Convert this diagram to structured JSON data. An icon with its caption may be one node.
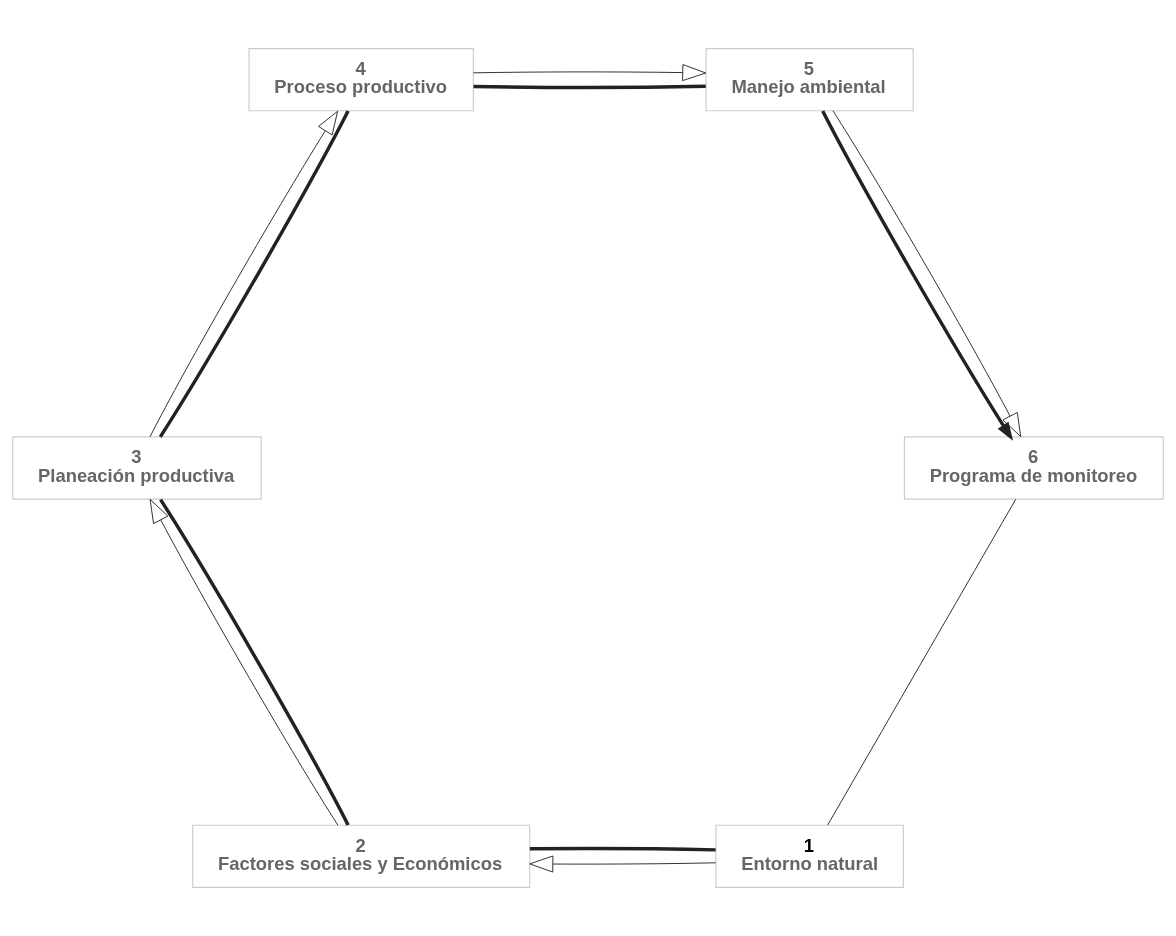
{
  "diagram": {
    "nodes": [
      {
        "text": [
          "1",
          "Entorno natural"
        ]
      },
      {
        "text": [
          "2",
          "Factores sociales y Económicos"
        ]
      },
      {
        "text": [
          "3",
          "Planeación productiva"
        ]
      },
      {
        "text": [
          "4",
          "Proceso productivo"
        ]
      },
      {
        "text": [
          "5",
          "Manejo ambiental"
        ]
      },
      {
        "text": [
          "6",
          "Programa de monitoreo"
        ]
      }
    ],
    "edges": [
      {
        "from": 0,
        "to": 1,
        "arrow": "to"
      },
      {
        "from": 1,
        "to": 2,
        "arrow": "to"
      },
      {
        "from": 2,
        "to": 3,
        "arrow": "to"
      },
      {
        "from": 3,
        "to": 4,
        "arrow": "to"
      },
      {
        "from": 4,
        "to": 5,
        "arrow": "to"
      },
      {
        "from": 5,
        "to": 0,
        "arrow": "none"
      },
      {
        "from": 0,
        "to": 1,
        "arrow": "none",
        "style": "thick"
      },
      {
        "from": 1,
        "to": 2,
        "arrow": "none",
        "style": "thick"
      },
      {
        "from": 2,
        "to": 3,
        "arrow": "none",
        "style": "thick"
      },
      {
        "from": 3,
        "to": 4,
        "arrow": "none",
        "style": "thick"
      },
      {
        "from": 4,
        "to": 5,
        "arrow": "to",
        "style": "thick"
      }
    ]
  }
}
